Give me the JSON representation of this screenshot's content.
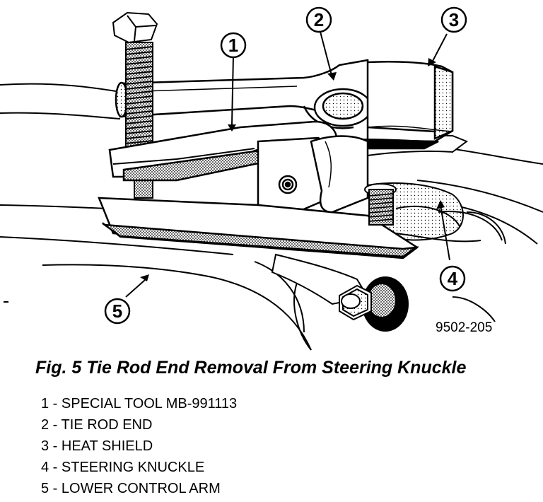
{
  "figure": {
    "callouts": [
      {
        "id": "1",
        "label": "1"
      },
      {
        "id": "2",
        "label": "2"
      },
      {
        "id": "3",
        "label": "3"
      },
      {
        "id": "4",
        "label": "4"
      },
      {
        "id": "5",
        "label": "5"
      }
    ],
    "ref_code": "9502-205",
    "caption": "Fig. 5 Tie Rod End Removal From Steering Knuckle",
    "legend": [
      "1 - SPECIAL TOOL MB-991113",
      "2 - TIE ROD END",
      "3 - HEAT SHIELD",
      "4 - STEERING KNUCKLE",
      "5 - LOWER CONTROL ARM"
    ]
  }
}
